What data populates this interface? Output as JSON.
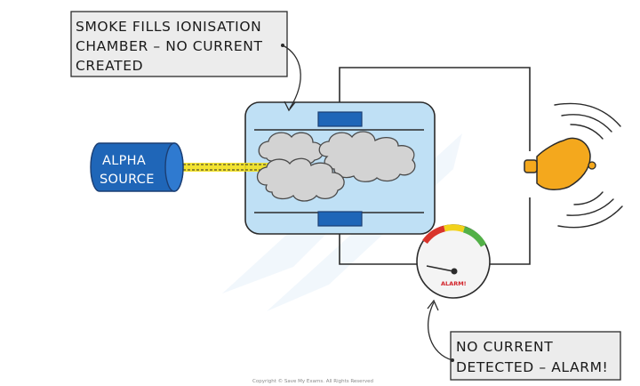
{
  "callout_top": {
    "lines": [
      "SMOKE FILLS IONISATION",
      "CHAMBER – NO CURRENT",
      "CREATED"
    ]
  },
  "alpha_source": {
    "lines": [
      "ALPHA",
      "SOURCE"
    ]
  },
  "gauge": {
    "label": "ALARM!"
  },
  "callout_bottom": {
    "lines": [
      "NO CURRENT",
      "DETECTED – ALARM!"
    ]
  },
  "copyright": "Copyright © Save My Exams. All Rights Reserved",
  "colors": {
    "chamber_fill": "#bfe0f5",
    "electrode": "#1f66b8",
    "alpha_source": "#1f66b8",
    "alpha_beam": "#f2e01b",
    "bell": "#f4a81d",
    "gauge_red": "#d9342b",
    "gauge_yellow": "#f2d21b",
    "gauge_green": "#52b047",
    "callout_fill": "#ececec"
  }
}
